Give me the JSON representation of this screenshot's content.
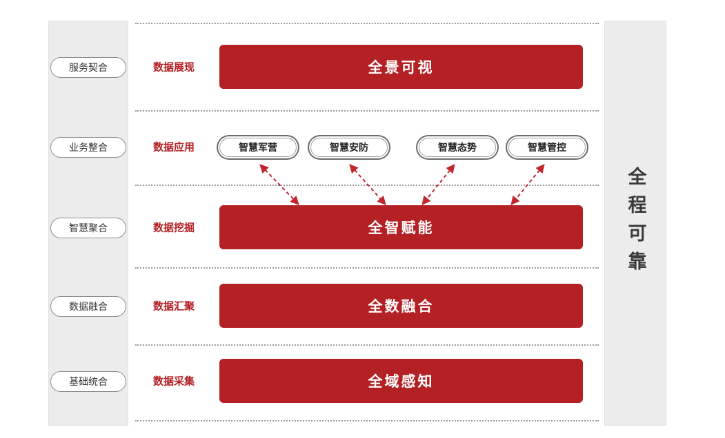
{
  "diagram": {
    "left_stages": [
      {
        "label": "服务契合"
      },
      {
        "label": "业务整合"
      },
      {
        "label": "智慧聚合"
      },
      {
        "label": "数据融合"
      },
      {
        "label": "基础统合"
      }
    ],
    "layers": [
      {
        "label": "数据展现",
        "content": "全景可视"
      },
      {
        "label": "数据应用",
        "apps": [
          "智慧军营",
          "智慧安防",
          "智慧态势",
          "智慧管控"
        ]
      },
      {
        "label": "数据挖掘",
        "content": "全智赋能"
      },
      {
        "label": "数据汇聚",
        "content": "全数融合"
      },
      {
        "label": "数据采集",
        "content": "全域感知"
      }
    ],
    "right_banner": "全程可靠",
    "colors": {
      "accent_red": "#b32125",
      "arrow_red": "#c1272d",
      "sidebar_bg": "#ececec"
    }
  }
}
